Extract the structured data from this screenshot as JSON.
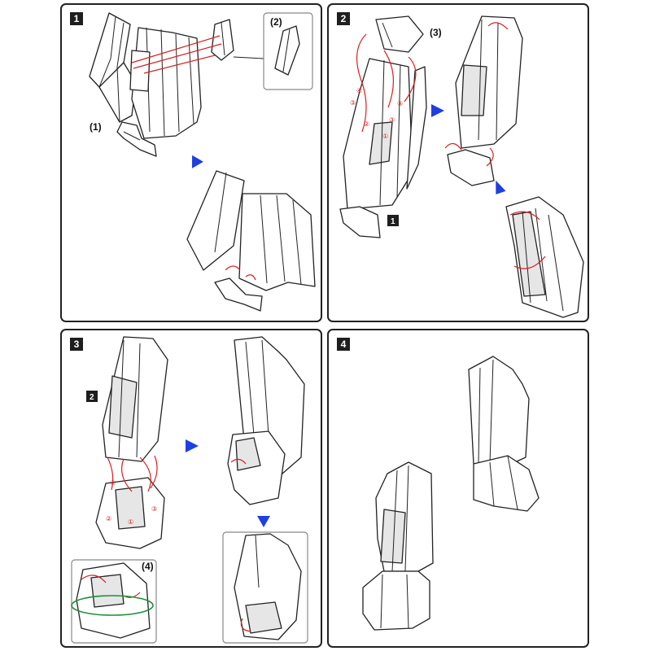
{
  "steps": [
    {
      "number": "1",
      "labels": {
        "part1": "(1)",
        "part2": "(2)"
      }
    },
    {
      "number": "2",
      "labels": {
        "part3": "(3)",
        "ref": "1"
      }
    },
    {
      "number": "3",
      "labels": {
        "part4": "(4)",
        "ref": "2"
      }
    },
    {
      "number": "4"
    }
  ],
  "assembly_marks": [
    "①",
    "②",
    "③",
    "④"
  ],
  "colors": {
    "border": "#222222",
    "arrow": "#1f3fe0",
    "glue_line": "#d82020",
    "rotate_line": "#1f8f3a",
    "shade": "#e6e6e6"
  }
}
